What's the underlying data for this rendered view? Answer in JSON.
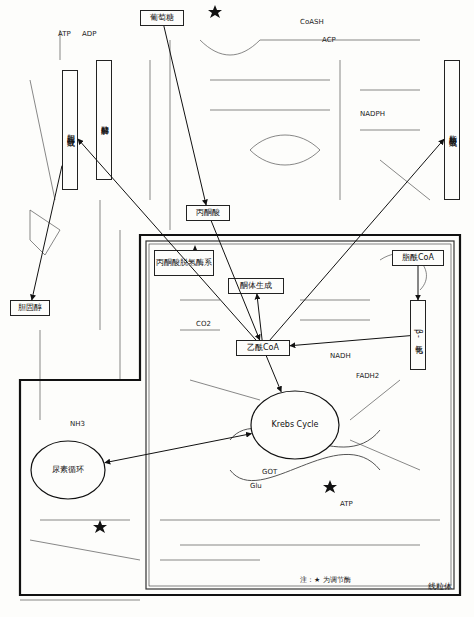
{
  "diagram": {
    "nodes": [
      {
        "text": [
          "线粒体"
        ]
      },
      {
        "text": [
          "Krebs Cycle"
        ],
        "in": 0
      },
      {
        "text": [
          "尿素循环"
        ],
        "in": 0
      },
      {
        "text": [
          "糖酵解"
        ]
      },
      {
        "text": [
          "脂肪酸合成"
        ]
      },
      {
        "text": [
          "胆固醇合成"
        ]
      },
      {
        "text": [
          "酮体生成"
        ],
        "in": 0
      },
      {
        "text": [
          "β-氧化"
        ],
        "in": 0
      },
      {
        "text": [
          "脂酰CoA"
        ],
        "in": 0
      },
      {
        "text": [
          "乙酰CoA"
        ],
        "in": 0
      },
      {
        "text": [
          "丙酮酸"
        ]
      },
      {
        "text": [
          "葡萄糖"
        ]
      },
      {
        "text": [
          "胆固醇"
        ]
      },
      {
        "text": [
          "丙酮酸脱氢酶系"
        ],
        "in": 0
      }
    ],
    "edges": [
      {
        "from": 11,
        "to": 10,
        "arrow": "to"
      },
      {
        "from": 10,
        "to": 9,
        "arrow": "to"
      },
      {
        "from": 9,
        "to": 1,
        "arrow": "to"
      },
      {
        "from": 8,
        "to": 7,
        "arrow": "to"
      },
      {
        "from": 7,
        "to": 9,
        "arrow": "to"
      },
      {
        "from": 9,
        "to": 6,
        "arrow": "to"
      },
      {
        "from": 9,
        "to": 4,
        "arrow": "to"
      },
      {
        "from": 9,
        "to": 5,
        "arrow": "to"
      },
      {
        "from": 5,
        "to": 12,
        "arrow": "to"
      },
      {
        "from": 1,
        "to": 2,
        "arrow": "both"
      }
    ],
    "labels": [
      "ATP",
      "ADP",
      "CoASH",
      "ACP",
      "NADPH",
      "CO2",
      "NADH",
      "FADH2",
      "GOT",
      "Glu",
      "NH3",
      "ATP",
      "注：★ 为调节酶"
    ]
  }
}
